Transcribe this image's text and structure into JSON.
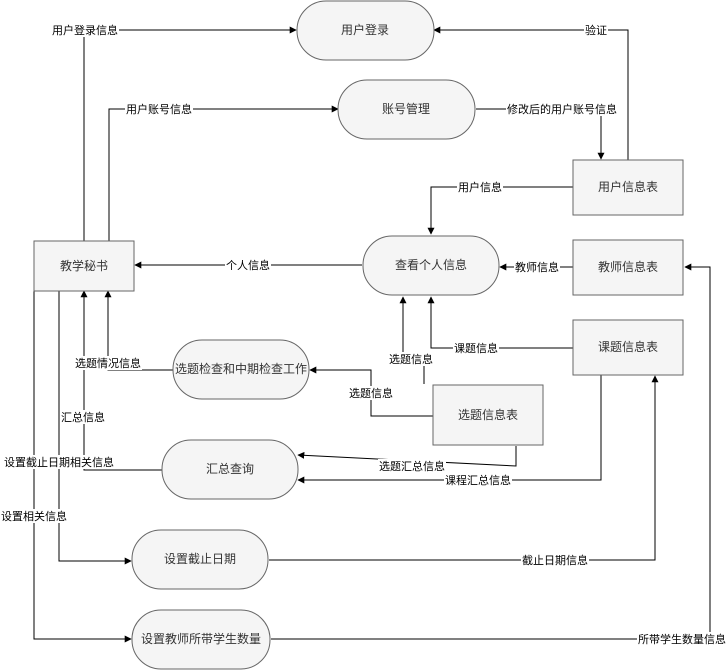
{
  "entities": {
    "teaching_secretary": "教学秘书"
  },
  "processes": {
    "user_login": "用户登录",
    "account_management": "账号管理",
    "view_personal_info": "查看个人信息",
    "topic_and_midterm_check": "选题检查和中期检查工作",
    "summary_query": "汇总查询",
    "set_deadline": "设置截止日期",
    "set_teacher_student_count": "设置教师所带学生数量"
  },
  "data_stores": {
    "user_info_table": "用户信息表",
    "teacher_info_table": "教师信息表",
    "course_info_table": "课题信息表",
    "topic_selection_info_table": "选题信息表"
  },
  "flows": {
    "user_login_info": "用户登录信息",
    "verify": "验证",
    "user_account_info": "用户账号信息",
    "modified_user_account_info": "修改后的用户账号信息",
    "user_info": "用户信息",
    "personal_info": "个人信息",
    "teacher_info": "教师信息",
    "course_info": "课题信息",
    "topic_selection_info_a": "选题信息",
    "topic_selection_info_b": "选题信息",
    "topic_selection_status_info": "选题情况信息",
    "summary_info": "汇总信息",
    "topic_selection_summary_info": "选题汇总信息",
    "course_summary_info": "课程汇总信息",
    "set_deadline_related_info": "设置截止日期相关信息",
    "deadline_info": "截止日期信息",
    "set_related_info": "设置相关信息",
    "student_count_info": "所带学生数量信息"
  }
}
